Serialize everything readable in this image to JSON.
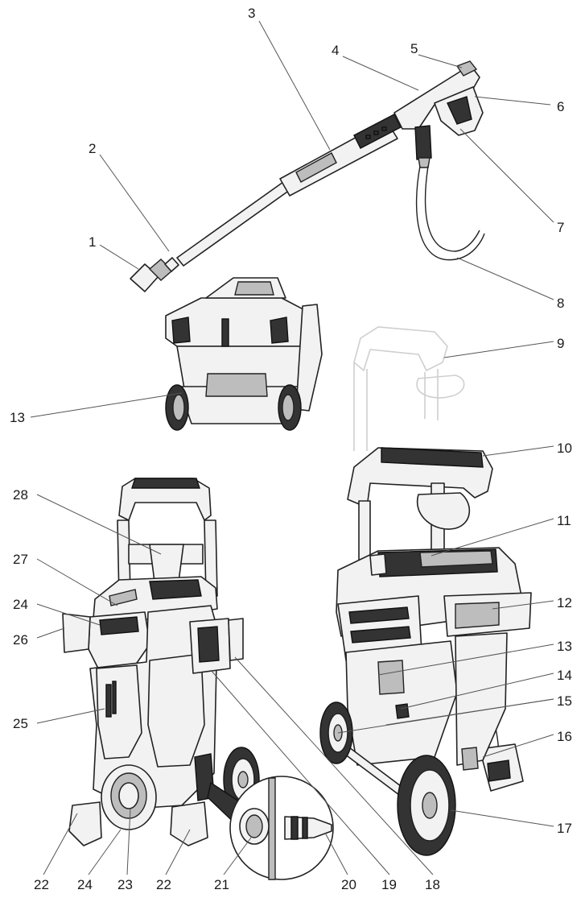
{
  "labels": {
    "l1": "1",
    "l2": "2",
    "l3": "3",
    "l4": "4",
    "l5": "5",
    "l6": "6",
    "l7": "7",
    "l8": "8",
    "l9": "9",
    "l10": "10",
    "l11": "11",
    "l12": "12",
    "l13a": "13",
    "l13b": "13",
    "l14": "14",
    "l15": "15",
    "l16": "16",
    "l17": "17",
    "l18": "18",
    "l19": "19",
    "l20": "20",
    "l21": "21",
    "l22a": "22",
    "l22b": "22",
    "l23": "23",
    "l24a": "24",
    "l24b": "24",
    "l25": "25",
    "l26": "26",
    "l27": "27",
    "l28": "28"
  },
  "colors": {
    "line": "#222222",
    "fill": "#f2f2f2",
    "dark": "#333333",
    "ghost": "#cfcfcf"
  }
}
